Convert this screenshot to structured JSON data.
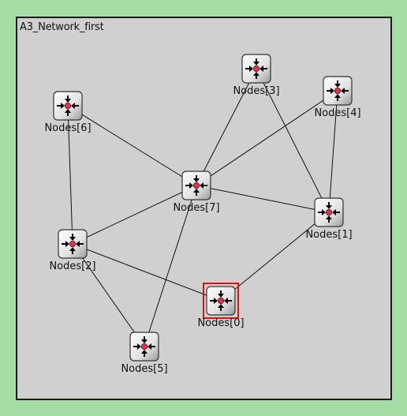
{
  "network": {
    "title": "A3_Network_first",
    "selected_node": "Nodes[0]",
    "nodes": [
      {
        "id": 0,
        "label": "Nodes[0]"
      },
      {
        "id": 1,
        "label": "Nodes[1]"
      },
      {
        "id": 2,
        "label": "Nodes[2]"
      },
      {
        "id": 3,
        "label": "Nodes[3]"
      },
      {
        "id": 4,
        "label": "Nodes[4]"
      },
      {
        "id": 5,
        "label": "Nodes[5]"
      },
      {
        "id": 6,
        "label": "Nodes[6]"
      },
      {
        "id": 7,
        "label": "Nodes[7]"
      }
    ],
    "links": [
      [
        6,
        2
      ],
      [
        6,
        7
      ],
      [
        7,
        3
      ],
      [
        7,
        4
      ],
      [
        7,
        1
      ],
      [
        7,
        2
      ],
      [
        7,
        5
      ],
      [
        3,
        1
      ],
      [
        4,
        1
      ],
      [
        2,
        0
      ],
      [
        2,
        5
      ],
      [
        1,
        0
      ]
    ]
  },
  "colors": {
    "background": "#a4dea4",
    "canvas": "#d0d0d0",
    "selection": "#dd1111",
    "node_dot": "#dd3355"
  },
  "icons": {
    "node_icon": "move-arrows-icon"
  }
}
